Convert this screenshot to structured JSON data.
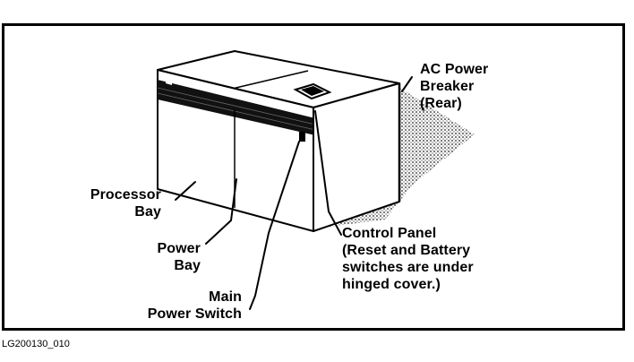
{
  "labels": {
    "ac_power_breaker": "AC Power\nBreaker\n(Rear)",
    "processor_bay": "Processor\nBay",
    "power_bay": "Power\nBay",
    "control_panel": "Control Panel\n(Reset and Battery\nswitches are under\nhinged cover.)",
    "main_power_switch": "Main\nPower Switch"
  },
  "figure_id": "LG200130_010",
  "colors": {
    "ink": "#000000",
    "paper": "#ffffff",
    "shadow": "#b8b8b8"
  }
}
